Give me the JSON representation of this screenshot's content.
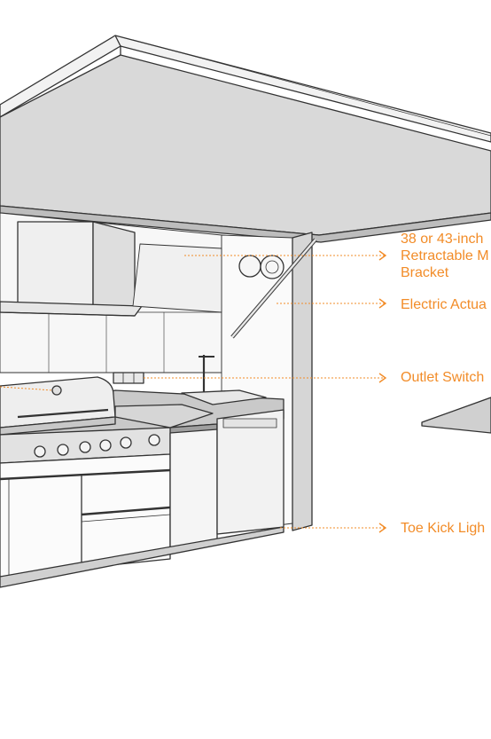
{
  "colors": {
    "accent": "#f28c28",
    "line": "#333333",
    "panel": "#d9d9d9",
    "panel_dark": "#bfbfbf",
    "shade": "#ececec"
  },
  "callouts": [
    {
      "id": "bracket",
      "lines": [
        "38 or 43-inch",
        "Retractable M",
        "Bracket"
      ]
    },
    {
      "id": "actuator",
      "lines": [
        "Electric Actua"
      ]
    },
    {
      "id": "outlet",
      "lines": [
        "Outlet Switch"
      ]
    },
    {
      "id": "toekick",
      "lines": [
        "Toe Kick Ligh"
      ]
    }
  ]
}
